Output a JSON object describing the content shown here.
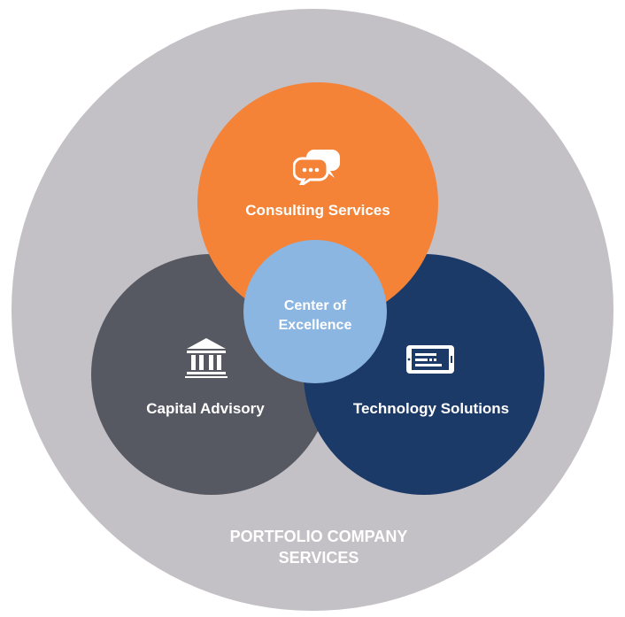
{
  "diagram": {
    "outer_label_line1": "PORTFOLIO COMPANY",
    "outer_label_line2": "SERVICES",
    "center": {
      "line1": "Center of",
      "line2": "Excellence"
    },
    "consulting": {
      "label": "Consulting Services",
      "icon": "chat-bubbles-icon"
    },
    "capital": {
      "label": "Capital Advisory",
      "icon": "bank-building-icon"
    },
    "technology": {
      "label": "Technology Solutions",
      "icon": "tablet-device-icon"
    }
  },
  "colors": {
    "outer": "#c3c0c6",
    "consulting": "#f48338",
    "capital": "#565862",
    "technology": "#1c3a68",
    "center": "#8cb6e2",
    "text": "#ffffff"
  }
}
